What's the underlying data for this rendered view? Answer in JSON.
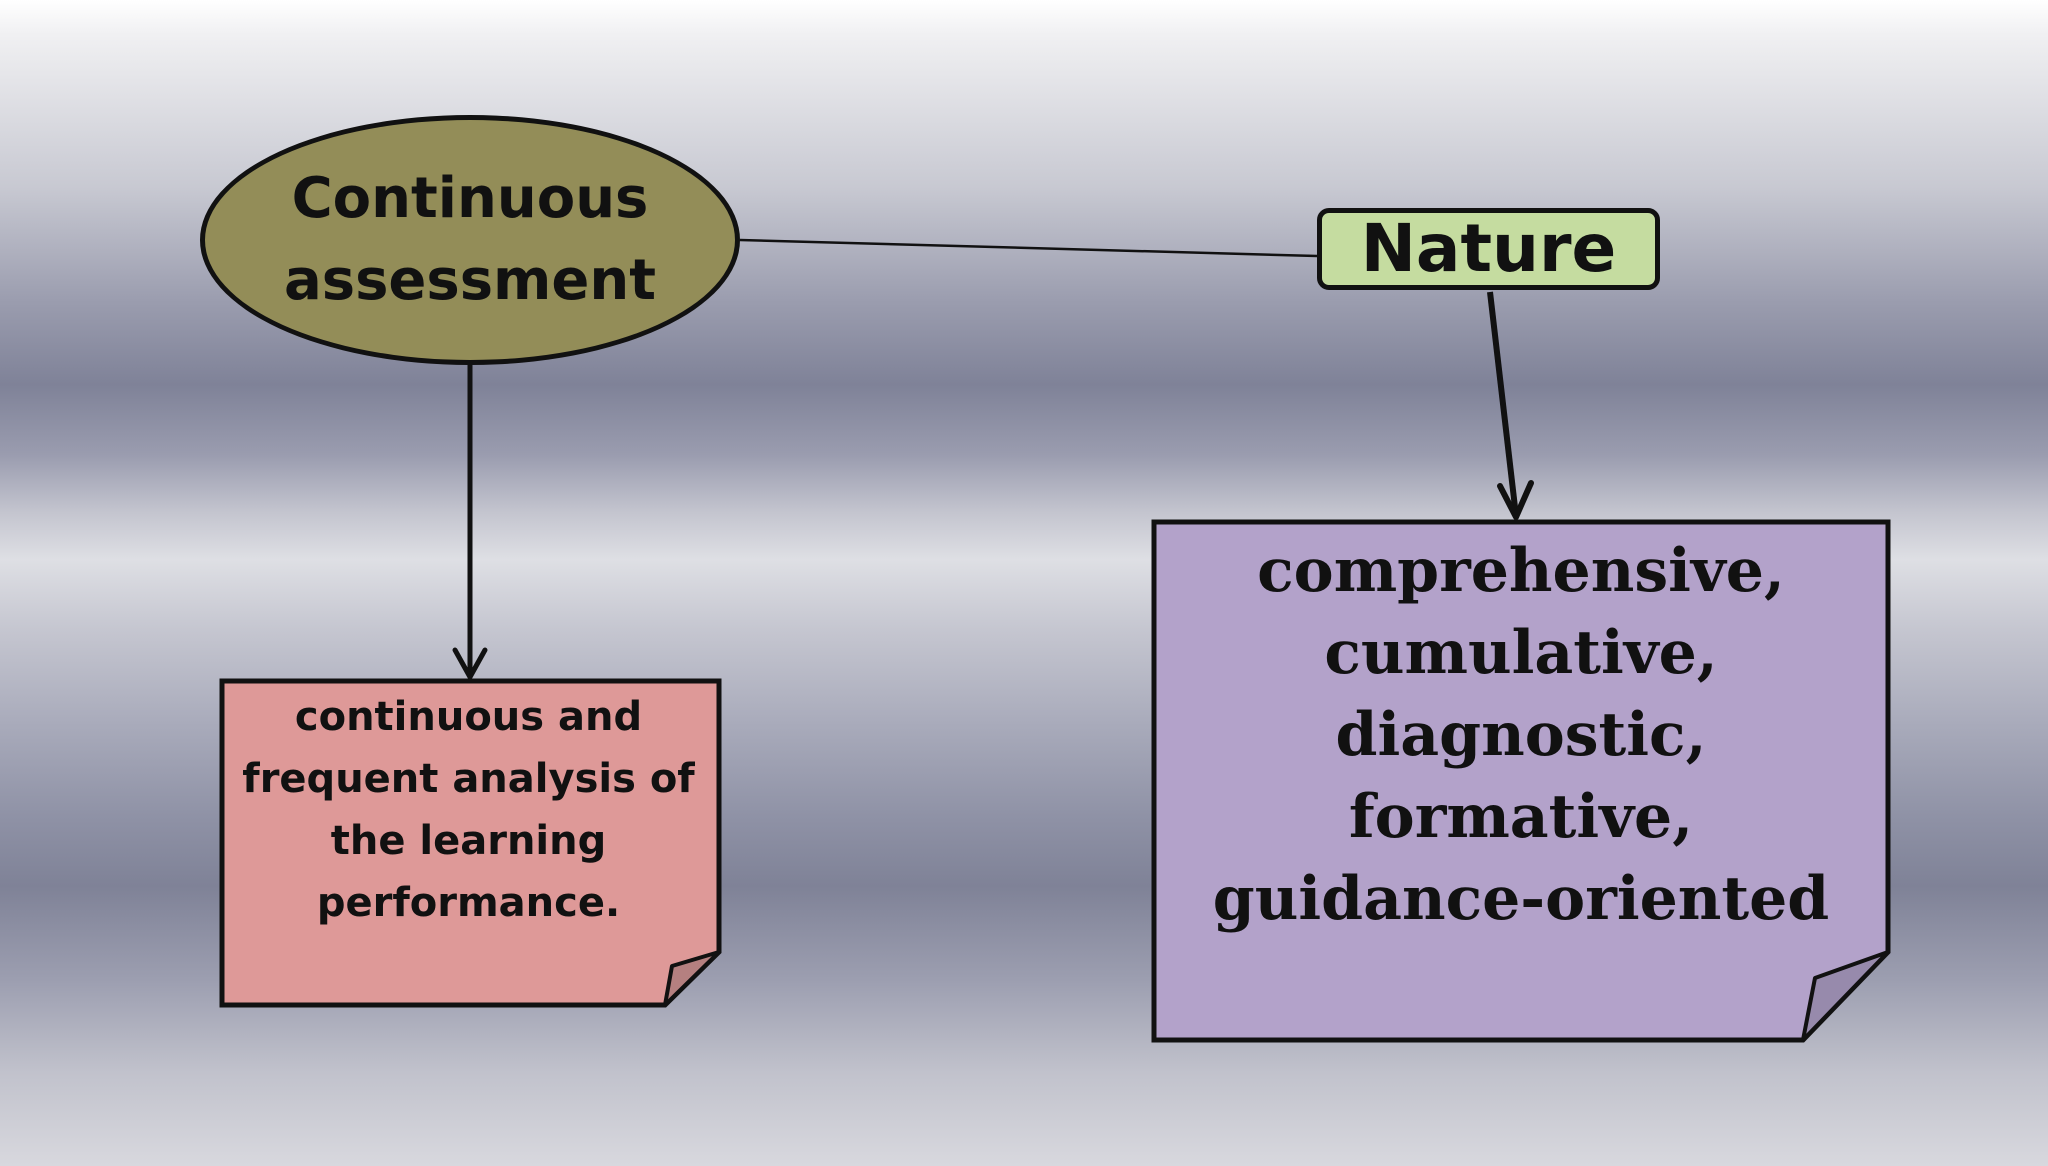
{
  "diagram": {
    "root": {
      "label": "Continuous\nassessment",
      "fill": "#938d58"
    },
    "nature": {
      "label": "Nature",
      "fill": "#c5dca0"
    },
    "definition_note": {
      "text": "continuous and\nfrequent analysis of\nthe learning\nperformance.",
      "fill": "#de9998"
    },
    "nature_note": {
      "text": "comprehensive,\ncumulative,\ndiagnostic,\nformative,\nguidance-oriented",
      "fill": "#b3a2ca"
    },
    "colors": {
      "stroke": "#111111",
      "fold_pink": "#b58080",
      "fold_purple": "#978aac"
    }
  }
}
